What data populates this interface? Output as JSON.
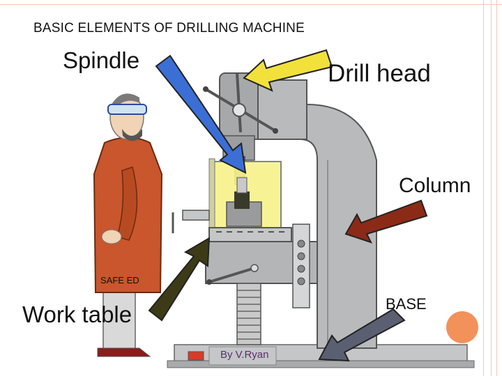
{
  "title": "BASIC ELEMENTS OF DRILLING MACHINE",
  "labels": {
    "spindle": "Spindle",
    "drill_head": "Drill head",
    "column": "Column",
    "work_table": "Work table",
    "base": "BASE"
  },
  "illustration": {
    "operator_tag": "SAFE ED",
    "credit": "By V.Ryan"
  },
  "colors": {
    "arrow_spindle": "#3b6fd6",
    "arrow_drill_head": "#f2e13a",
    "arrow_column": "#8b2a17",
    "arrow_work_table": "#3d3a17",
    "arrow_base": "#5a5f72",
    "machine_gray": "#b9babc",
    "guard_yellow": "#f7f28a",
    "coat_orange": "#c9562c",
    "accent_circle": "#f2915a"
  }
}
